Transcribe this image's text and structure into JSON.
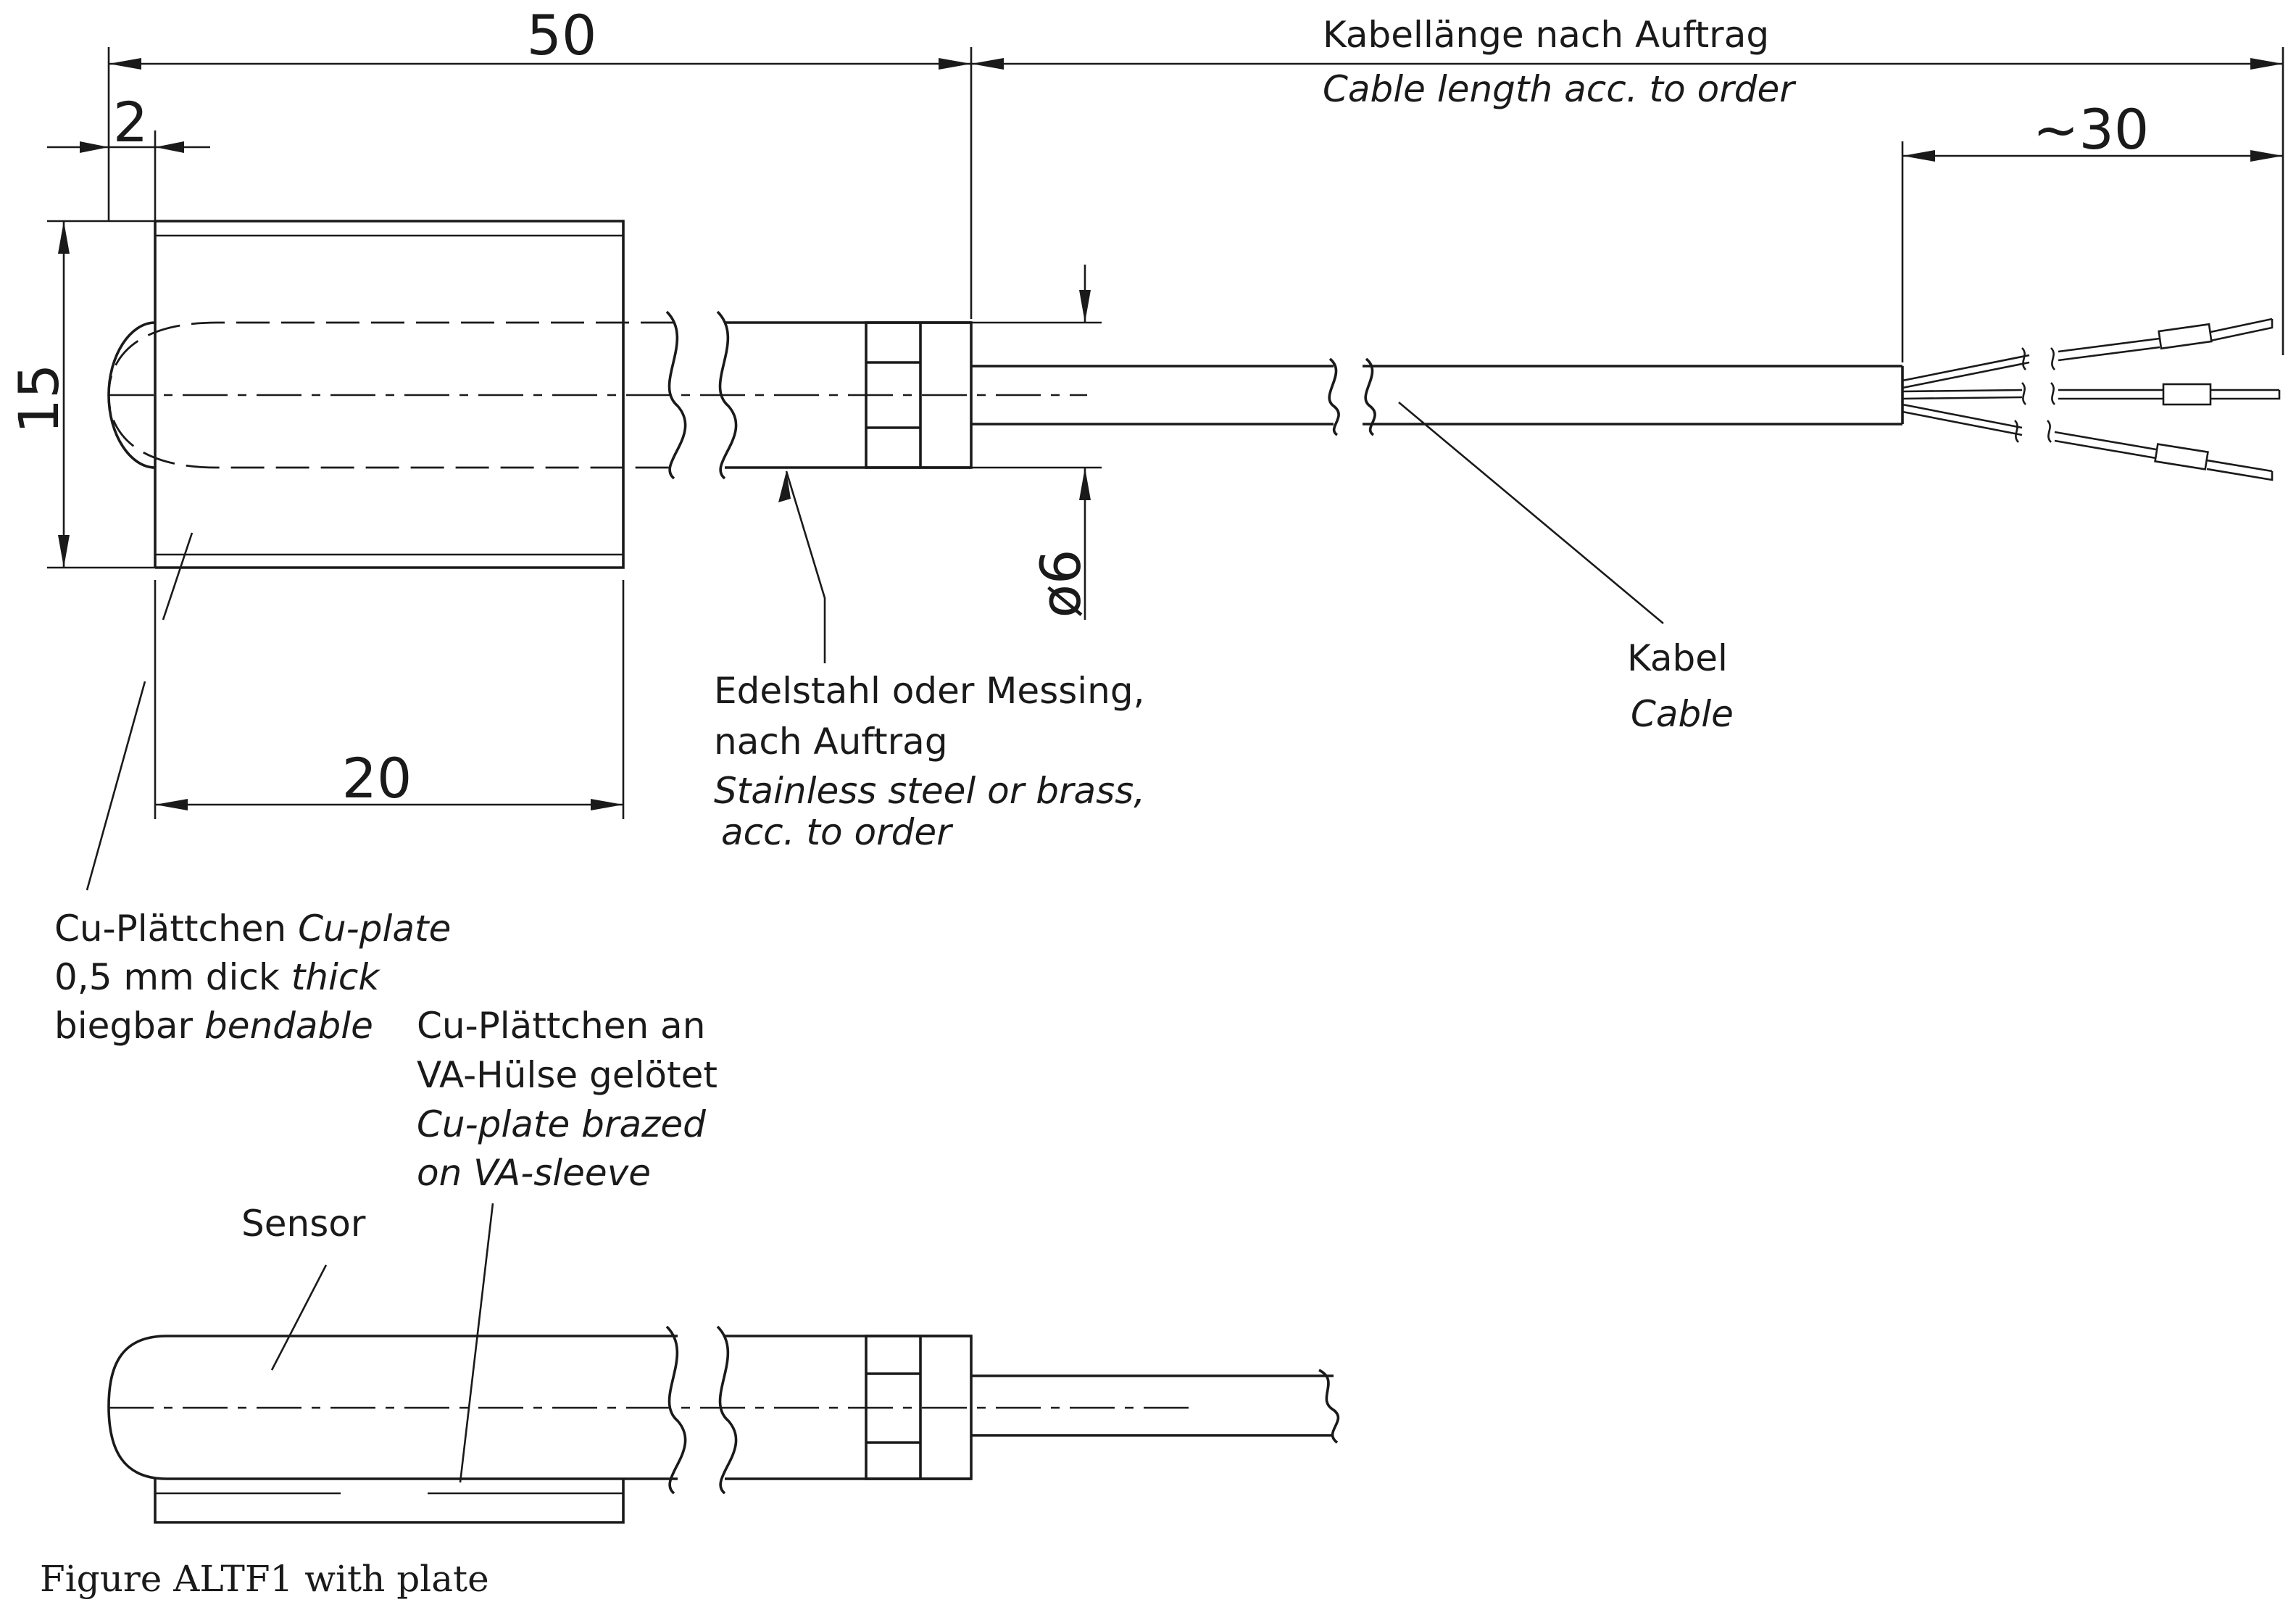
{
  "dimensions": {
    "overall_length": "50",
    "plate_offset": "2",
    "height": "15",
    "plate_length": "20",
    "diameter": "ø6",
    "wire_length": "~30"
  },
  "cable_length": {
    "de": "Kabellänge nach Auftrag",
    "en": "Cable length acc. to order"
  },
  "sleeve_material": {
    "de_line1": "Edelstahl oder Messing,",
    "de_line2": "nach Auftrag",
    "en_line1": "Stainless steel or brass,",
    "en_line2": "acc. to order"
  },
  "cable": {
    "de": "Kabel",
    "en": "Cable"
  },
  "cu_plate": {
    "line1_de": "Cu-Plättchen",
    "line1_en": "Cu-plate",
    "line2_de": "0,5 mm dick",
    "line2_en": "thick",
    "line3_de": "biegbar",
    "line3_en": "bendable"
  },
  "brazed": {
    "de_line1": "Cu-Plättchen an",
    "de_line2": "VA-Hülse gelötet",
    "en_line1": "Cu-plate brazed",
    "en_line2": "on VA-sleeve"
  },
  "sensor_label": "Sensor",
  "caption": "Figure ALTF1 with plate"
}
